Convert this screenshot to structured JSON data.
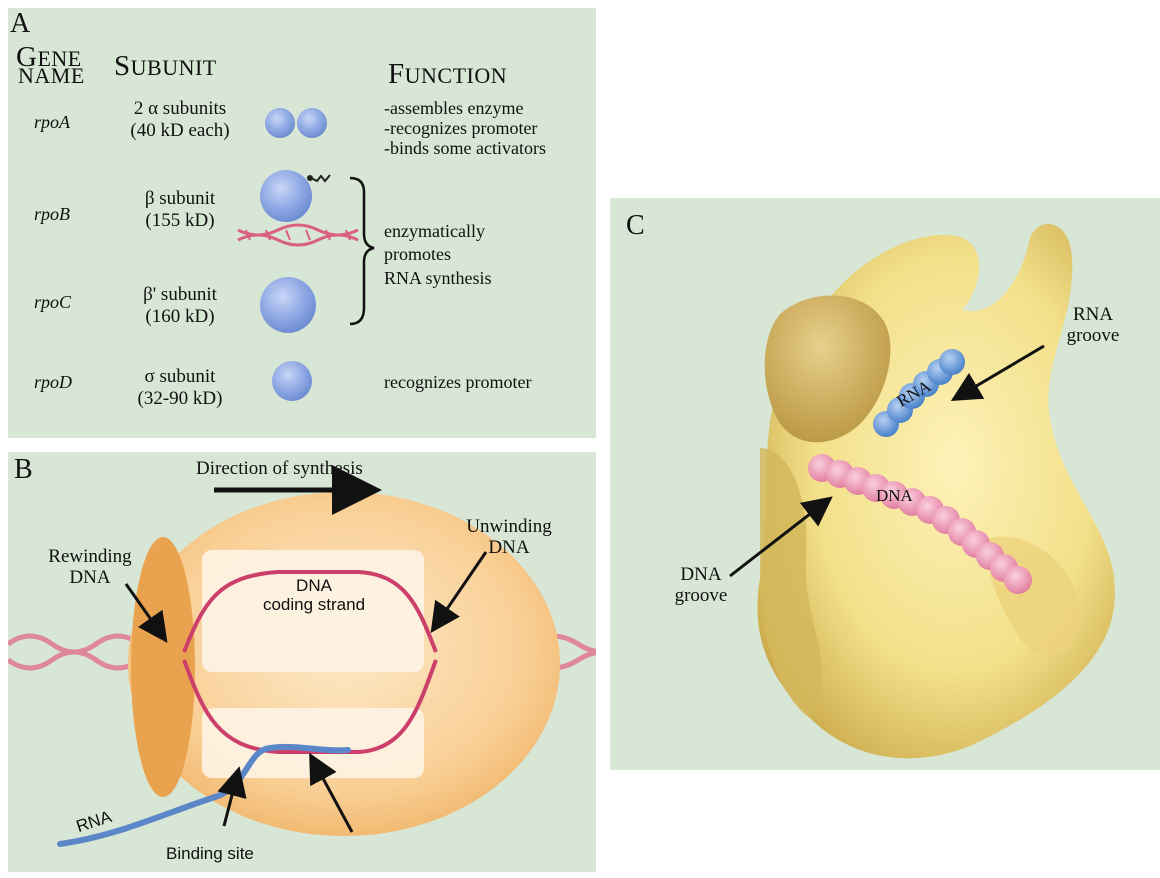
{
  "colors": {
    "panel_bg": "#d7e6d5",
    "subunit_blue": "#8fa9e4",
    "dna_pink": "#d9607e",
    "rna_blue": "#5b86c8",
    "enzyme_orange": "#f7c27a",
    "polymerase_yellow": "#e8d47a"
  },
  "panel_a": {
    "letter": "A",
    "header": {
      "gene_1": "G",
      "gene_2": "ENE",
      "gene_3": "NAME",
      "subunit_1": "S",
      "subunit_2": "UBUNIT",
      "function_1": "F",
      "function_2": "UNCTION"
    },
    "rows": [
      {
        "gene": "rpoA",
        "subunit_line1": "2 α subunits",
        "subunit_line2": "(40 kD each)",
        "function": [
          "-assembles enzyme",
          "-recognizes promoter",
          "-binds some activators"
        ]
      },
      {
        "gene": "rpoB",
        "subunit_line1": "β subunit",
        "subunit_line2": "(155 kD)"
      },
      {
        "gene": "rpoC",
        "subunit_line1": "β' subunit",
        "subunit_line2": "(160 kD)"
      },
      {
        "gene": "rpoD",
        "subunit_line1": "σ subunit",
        "subunit_line2": "(32-90 kD)",
        "function": [
          "recognizes promoter"
        ]
      }
    ],
    "bracket_function": [
      "enzymatically",
      "promotes",
      "RNA synthesis"
    ]
  },
  "panel_b": {
    "letter": "B",
    "direction": "Direction of synthesis",
    "rewinding_1": "Rewinding",
    "rewinding_2": "DNA",
    "unwinding_1": "Unwinding",
    "unwinding_2": "DNA",
    "coding_1": "DNA",
    "coding_2": "coding strand",
    "rna": "RNA",
    "binding": "Binding site"
  },
  "panel_c": {
    "letter": "C",
    "rna_groove_1": "RNA",
    "rna_groove_2": "groove",
    "dna_groove_1": "DNA",
    "dna_groove_2": "groove",
    "rna": "RNA",
    "dna": "DNA"
  }
}
